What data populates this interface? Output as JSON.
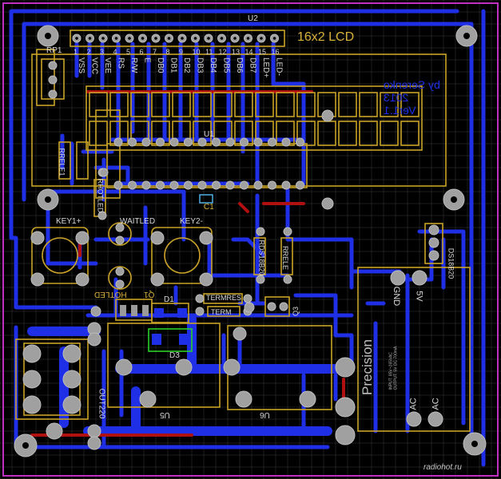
{
  "board": {
    "lcd_title": "16x2 LCD",
    "u2": "U2",
    "u1": "U1",
    "u5": "U5",
    "u6": "U6",
    "rp1": "RP1",
    "q1": "Q1",
    "q3": "Q3",
    "c1": "C1",
    "d1": "D1",
    "d3": "D3",
    "key1": "KEY1+",
    "key2": "KEY2-",
    "waitled": "WAITLED",
    "hotled": "HOTLED",
    "rhotled": "RHOTLED",
    "rrele1": "RRELE1",
    "rrele": "RRELE",
    "rds": "RDS18B20",
    "termres": "TERMRES",
    "term": "TERM",
    "ds": "DS18B20",
    "out220": "OUT220",
    "gnd": "GND",
    "v5": "5V",
    "ac1": "AC",
    "ac2": "AC",
    "precision": "Precision",
    "precision_note": "INPUT: 85V~265VAC\nOUTPUT: 5V DC 700mA",
    "watermark": "radiohot.ru",
    "lcd_pins": [
      "1",
      "2",
      "3",
      "4",
      "5",
      "6",
      "7",
      "8",
      "9",
      "10",
      "11",
      "12",
      "13",
      "14",
      "15",
      "16"
    ],
    "lcd_pin_names": [
      "VSS",
      "VCC",
      "VEE",
      "RS",
      "R/W",
      "E",
      "DB0",
      "DB1",
      "DB2",
      "DB3",
      "DB4",
      "DB5",
      "DB6",
      "DB7",
      "LED+",
      "LED-"
    ],
    "mirrored_text": "by Serenko\n2013\nVer1.1"
  }
}
